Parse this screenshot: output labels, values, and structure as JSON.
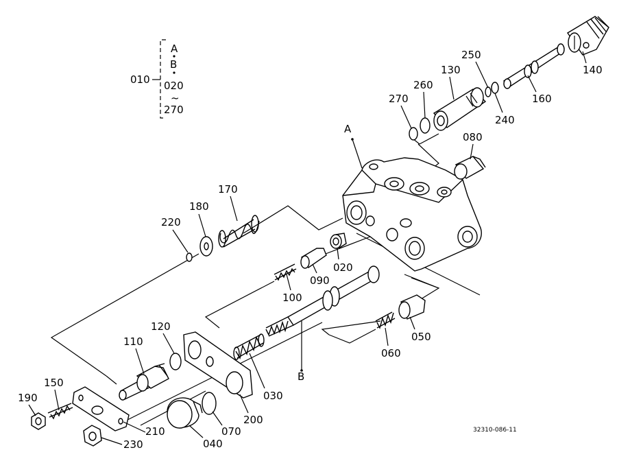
{
  "group": {
    "number": "010",
    "items": [
      "A",
      "B",
      "020",
      "~",
      "270"
    ]
  },
  "labels": {
    "p010": "010",
    "p020": "020",
    "p030": "030",
    "p040": "040",
    "p050": "050",
    "p060": "060",
    "p070": "070",
    "p080": "080",
    "p090": "090",
    "p100": "100",
    "p110": "110",
    "p120": "120",
    "p130": "130",
    "p140": "140",
    "p150": "150",
    "p160": "160",
    "p170": "170",
    "p180": "180",
    "p190": "190",
    "p200": "200",
    "p210": "210",
    "p220": "220",
    "p230": "230",
    "p240": "240",
    "p250": "250",
    "p260": "260",
    "p270": "270",
    "refA": "A",
    "refB": "B"
  },
  "drawing_number": "32310-086-11"
}
